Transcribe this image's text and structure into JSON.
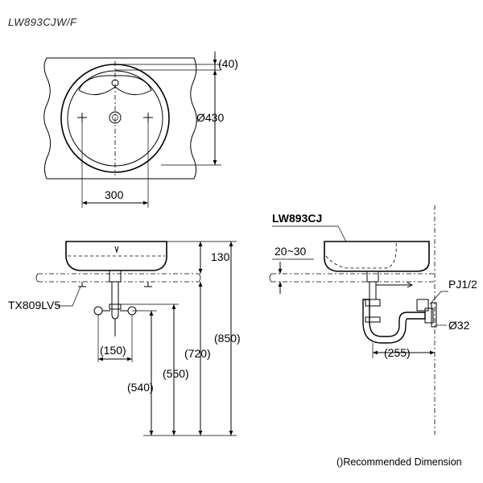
{
  "model_code": "LW893CJW/F",
  "top_view": {
    "dim_offset": "(40)",
    "dim_diameter": "Ø430",
    "dim_width": "300"
  },
  "front_view": {
    "dim_basin_height": "130",
    "dim_drain_width": "(150)",
    "dim_550": "(550)",
    "dim_540": "(540)",
    "dim_720": "(720)",
    "dim_850": "(850)",
    "fitting_label": "TX809LV5"
  },
  "side_view": {
    "basin_label": "LW893CJ",
    "counter_label": "20~30",
    "connector_label": "PJ1/2",
    "pipe_label": "Ø32",
    "dim_depth": "(255)"
  },
  "footnote": "()Recommended Dimension"
}
